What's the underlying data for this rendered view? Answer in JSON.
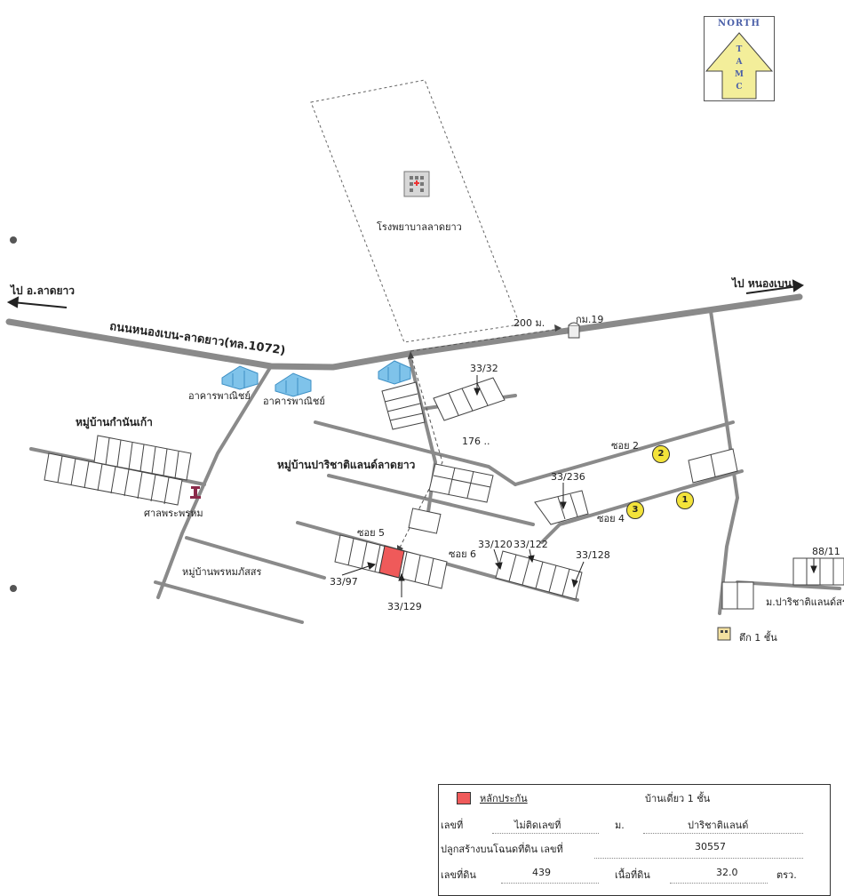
{
  "compass": {
    "title": "NORTH",
    "letters": [
      "T",
      "A",
      "M",
      "C"
    ]
  },
  "roads": {
    "main_road": "ถนนหนองเบน-ลาดยาว(ทล.1072)",
    "to_west": "ไป อ.ลาดยาว",
    "to_east": "ไป หนองเบน",
    "km_marker": "กม.19",
    "dist_200": "200 ม.",
    "dist_176": "176 ..",
    "soi_2": "ซอย 2",
    "soi_4": "ซอย 4",
    "soi_5": "ซอย 5",
    "soi_6": "ซอย 6"
  },
  "places": {
    "hospital": "โรงพยาบาลลาดยาว",
    "commercial_1": "อาคารพาณิชย์",
    "commercial_2": "อาคารพาณิชย์",
    "village_kamnan": "หมู่บ้านกำนันเก้า",
    "village_pracha": "หมู่บ้านปาริชาติแลนด์ลาดยาว",
    "shrine": "ศาลพระพรหม",
    "village_prom": "หมู่บ้านพรหมภัสสร",
    "pracha_land_short": "ม.ปาริชาติแลนด์สระ",
    "building_1": "ตึก 1 ชั้น"
  },
  "plots": {
    "p33_32": "33/32",
    "p33_236": "33/236",
    "p33_120": "33/120",
    "p33_122": "33/122",
    "p33_128": "33/128",
    "p33_97": "33/97",
    "p33_129": "33/129",
    "p88_11": "88/11"
  },
  "markers": {
    "m1": "1",
    "m2": "2",
    "m3": "3"
  },
  "colors": {
    "collateral": "#ef5a5a",
    "marker": "#f3e33a",
    "compass_text": "#4a5fa8"
  },
  "legend": {
    "collateral_label": "หลักประกัน",
    "house_type": "บ้านเดี่ยว 1 ชั้น",
    "no_label": "เลขที่",
    "no_value": "ไม่ติดเลขที่",
    "moo_label": "ม.",
    "moo_value": "ปาริชาติแลนด์",
    "deed_label": "ปลูกสร้างบนโฉนดที่ดิน เลขที่",
    "deed_value": "30557",
    "land_no_label": "เลขที่ดิน",
    "land_no_value": "439",
    "area_label": "เนื้อที่ดิน",
    "area_value": "32.0",
    "area_unit": "ตรว."
  }
}
